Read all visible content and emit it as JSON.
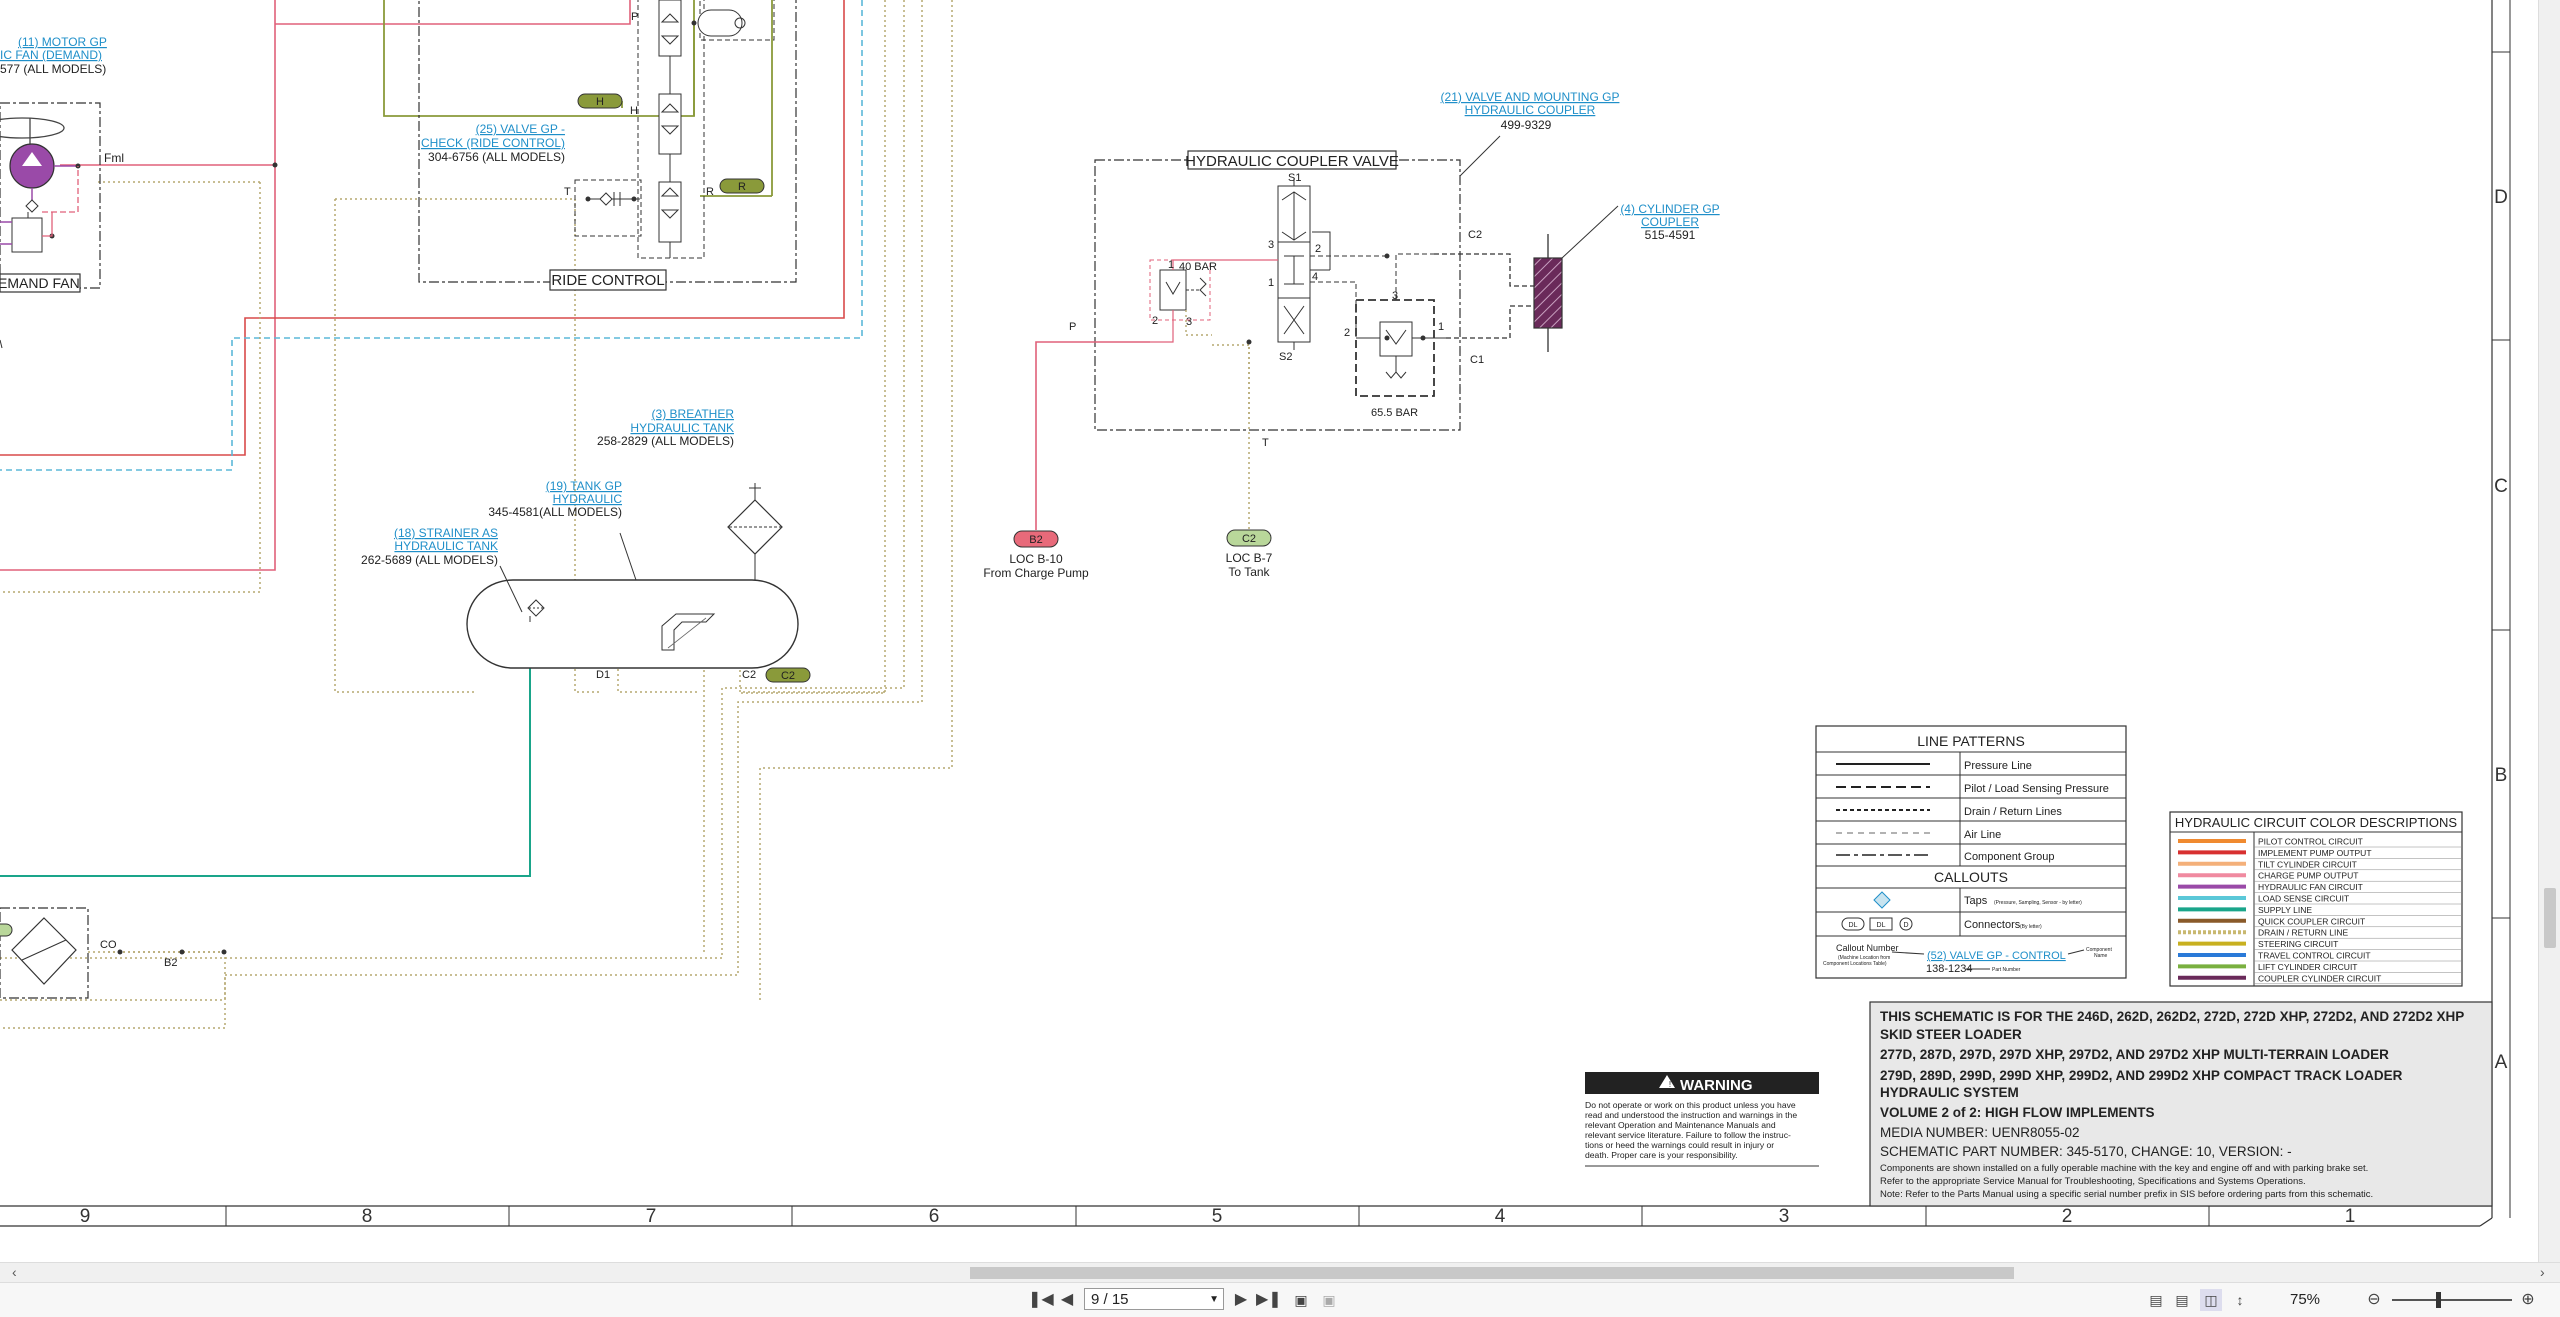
{
  "schematic": {
    "coupler_valve_title": "HYDRAULIC COUPLER VALVE",
    "ride_control_title": "RIDE CONTROL",
    "demand_fan_title": "EMAND FAN",
    "callouts": {
      "motor": {
        "line1": "(11) MOTOR GP",
        "line2": "IC FAN (DEMAND)",
        "part": "577 (ALL MODELS)"
      },
      "check_valve": {
        "line1": "(25) VALVE GP -",
        "line2": "CHECK (RIDE CONTROL)",
        "part": "304-6756 (ALL MODELS)"
      },
      "coupler_valve": {
        "line1": "(21) VALVE AND MOUNTING GP",
        "line2": "HYDRAULIC COUPLER",
        "part": "499-9329"
      },
      "cylinder": {
        "line1": "(4) CYLINDER GP",
        "line2": "COUPLER",
        "part": "515-4591"
      },
      "breather": {
        "line1": "(3) BREATHER",
        "line2": "HYDRAULIC TANK",
        "part": "258-2829 (ALL MODELS)"
      },
      "tank": {
        "line1": "(19) TANK GP",
        "line2": "HYDRAULIC",
        "part": "345-4581(ALL MODELS)"
      },
      "strainer": {
        "line1": "(18) STRAINER AS",
        "line2": "HYDRAULIC TANK",
        "part": "262-5689 (ALL MODELS)"
      }
    },
    "labels": {
      "fml": "Fml",
      "p": "P",
      "h": "H",
      "t": "T",
      "r": "R",
      "c2": "C2",
      "c1": "C1",
      "s1": "S1",
      "s2": "S2",
      "d1": "D1",
      "co": "CO",
      "b2": "B2",
      "bar40": "40 BAR",
      "bar65": "65.5 BAR",
      "n1": "1",
      "n2": "2",
      "n3": "3",
      "n4": "4"
    },
    "connectors": {
      "b2": {
        "tag": "B2",
        "loc": "LOC B-10",
        "desc": "From Charge Pump",
        "color": "#e86a7a"
      },
      "c2": {
        "tag": "C2",
        "loc": "LOC B-7",
        "desc": "To Tank",
        "color": "#b9d79a"
      },
      "h": {
        "tag": "H",
        "color": "#8a9a3a"
      },
      "r": {
        "tag": "R",
        "color": "#8a9a3a"
      },
      "c2tank": {
        "tag": "C2",
        "color": "#8a9a3a"
      }
    },
    "colors": {
      "charge": "#e0607a",
      "pilot": "#d84a4a",
      "load_sense": "#5bb8d8",
      "drain": "#b5a870",
      "supply": "#1aa58a",
      "steering": "#8a9a3a",
      "fan": "#9a4aa8",
      "coupler": "#6a2a5a"
    }
  },
  "line_patterns": {
    "title": "LINE PATTERNS",
    "items": [
      "Pressure Line",
      "Pilot / Load Sensing Pressure",
      "Drain / Return Lines",
      "Air Line",
      "Component Group"
    ],
    "callouts_title": "CALLOUTS",
    "taps_label": "Taps",
    "taps_note": "(Pressure, Sampling, Sensor - by letter)",
    "connectors_label": "Connectors",
    "connectors_note": "(By letter)",
    "dl": "DL",
    "d": "D",
    "callout_number": "Callout Number",
    "machine_location_1": "(Machine Location from",
    "machine_location_2": "Component Locations Table)",
    "sample_callout": "(52) VALVE GP - CONTROL",
    "sample_part": "138-1234",
    "component_name_1": "Component",
    "component_name_2": "Name",
    "part_number": "Part Number"
  },
  "color_descriptions": {
    "title": "HYDRAULIC CIRCUIT COLOR DESCRIPTIONS",
    "items": [
      {
        "label": "PILOT CONTROL CIRCUIT",
        "color": "#f08a30"
      },
      {
        "label": "IMPLEMENT PUMP OUTPUT",
        "color": "#d83030"
      },
      {
        "label": "TILT CYLINDER CIRCUIT",
        "color": "#f4b07a"
      },
      {
        "label": "CHARGE PUMP OUTPUT",
        "color": "#f08aa0"
      },
      {
        "label": "HYDRAULIC FAN CIRCUIT",
        "color": "#9a4aa8"
      },
      {
        "label": "LOAD SENSE CIRCUIT",
        "color": "#5bc8d8"
      },
      {
        "label": "SUPPLY LINE",
        "color": "#1aa58a"
      },
      {
        "label": "QUICK COUPLER CIRCUIT",
        "color": "#8a5a2a"
      },
      {
        "label": "DRAIN / RETURN LINE",
        "color": "#c8b870"
      },
      {
        "label": "STEERING CIRCUIT",
        "color": "#c8b020"
      },
      {
        "label": "TRAVEL CONTROL CIRCUIT",
        "color": "#2a7ad8"
      },
      {
        "label": "LIFT CYLINDER CIRCUIT",
        "color": "#7ab040"
      },
      {
        "label": "COUPLER CYLINDER CIRCUIT",
        "color": "#6a2a5a"
      }
    ]
  },
  "warning": {
    "title": "WARNING",
    "lines": [
      "Do not operate or work on this product unless you have",
      "read and understood the instruction and warnings in the",
      "relevant Operation and Maintenance Manuals and",
      "relevant service literature. Failure to follow the instruc-",
      "tions or heed the warnings could result in injury or",
      "death. Proper care is your responsibility."
    ]
  },
  "title_block": {
    "line1": "THIS SCHEMATIC IS FOR THE 246D, 262D, 262D2, 272D, 272D XHP, 272D2, AND 272D2 XHP",
    "line2": "SKID STEER LOADER",
    "line3": "277D, 287D, 297D, 297D XHP, 297D2, AND 297D2 XHP MULTI-TERRAIN LOADER",
    "line4": "279D, 289D, 299D, 299D XHP, 299D2, AND 299D2 XHP COMPACT TRACK LOADER",
    "line5": "HYDRAULIC SYSTEM",
    "volume": "VOLUME 2 of 2: HIGH FLOW IMPLEMENTS",
    "media": "MEDIA NUMBER: UENR8055-02",
    "part": "SCHEMATIC PART NUMBER: 345-5170, CHANGE: 10, VERSION: -",
    "note1": "Components are shown installed on a fully operable machine with the key and engine off and with parking brake set.",
    "note2": "Refer to the appropriate Service Manual for Troubleshooting, Specifications and Systems Operations.",
    "note3": "Note: Refer to the Parts Manual using a specific serial number prefix in SIS before ordering parts from this schematic."
  },
  "grid": {
    "columns": [
      "9",
      "8",
      "7",
      "6",
      "5",
      "4",
      "3",
      "2",
      "1"
    ],
    "rows": [
      "D",
      "C",
      "B",
      "A"
    ]
  },
  "toolbar": {
    "page": "9 / 15",
    "zoom": "75%"
  }
}
